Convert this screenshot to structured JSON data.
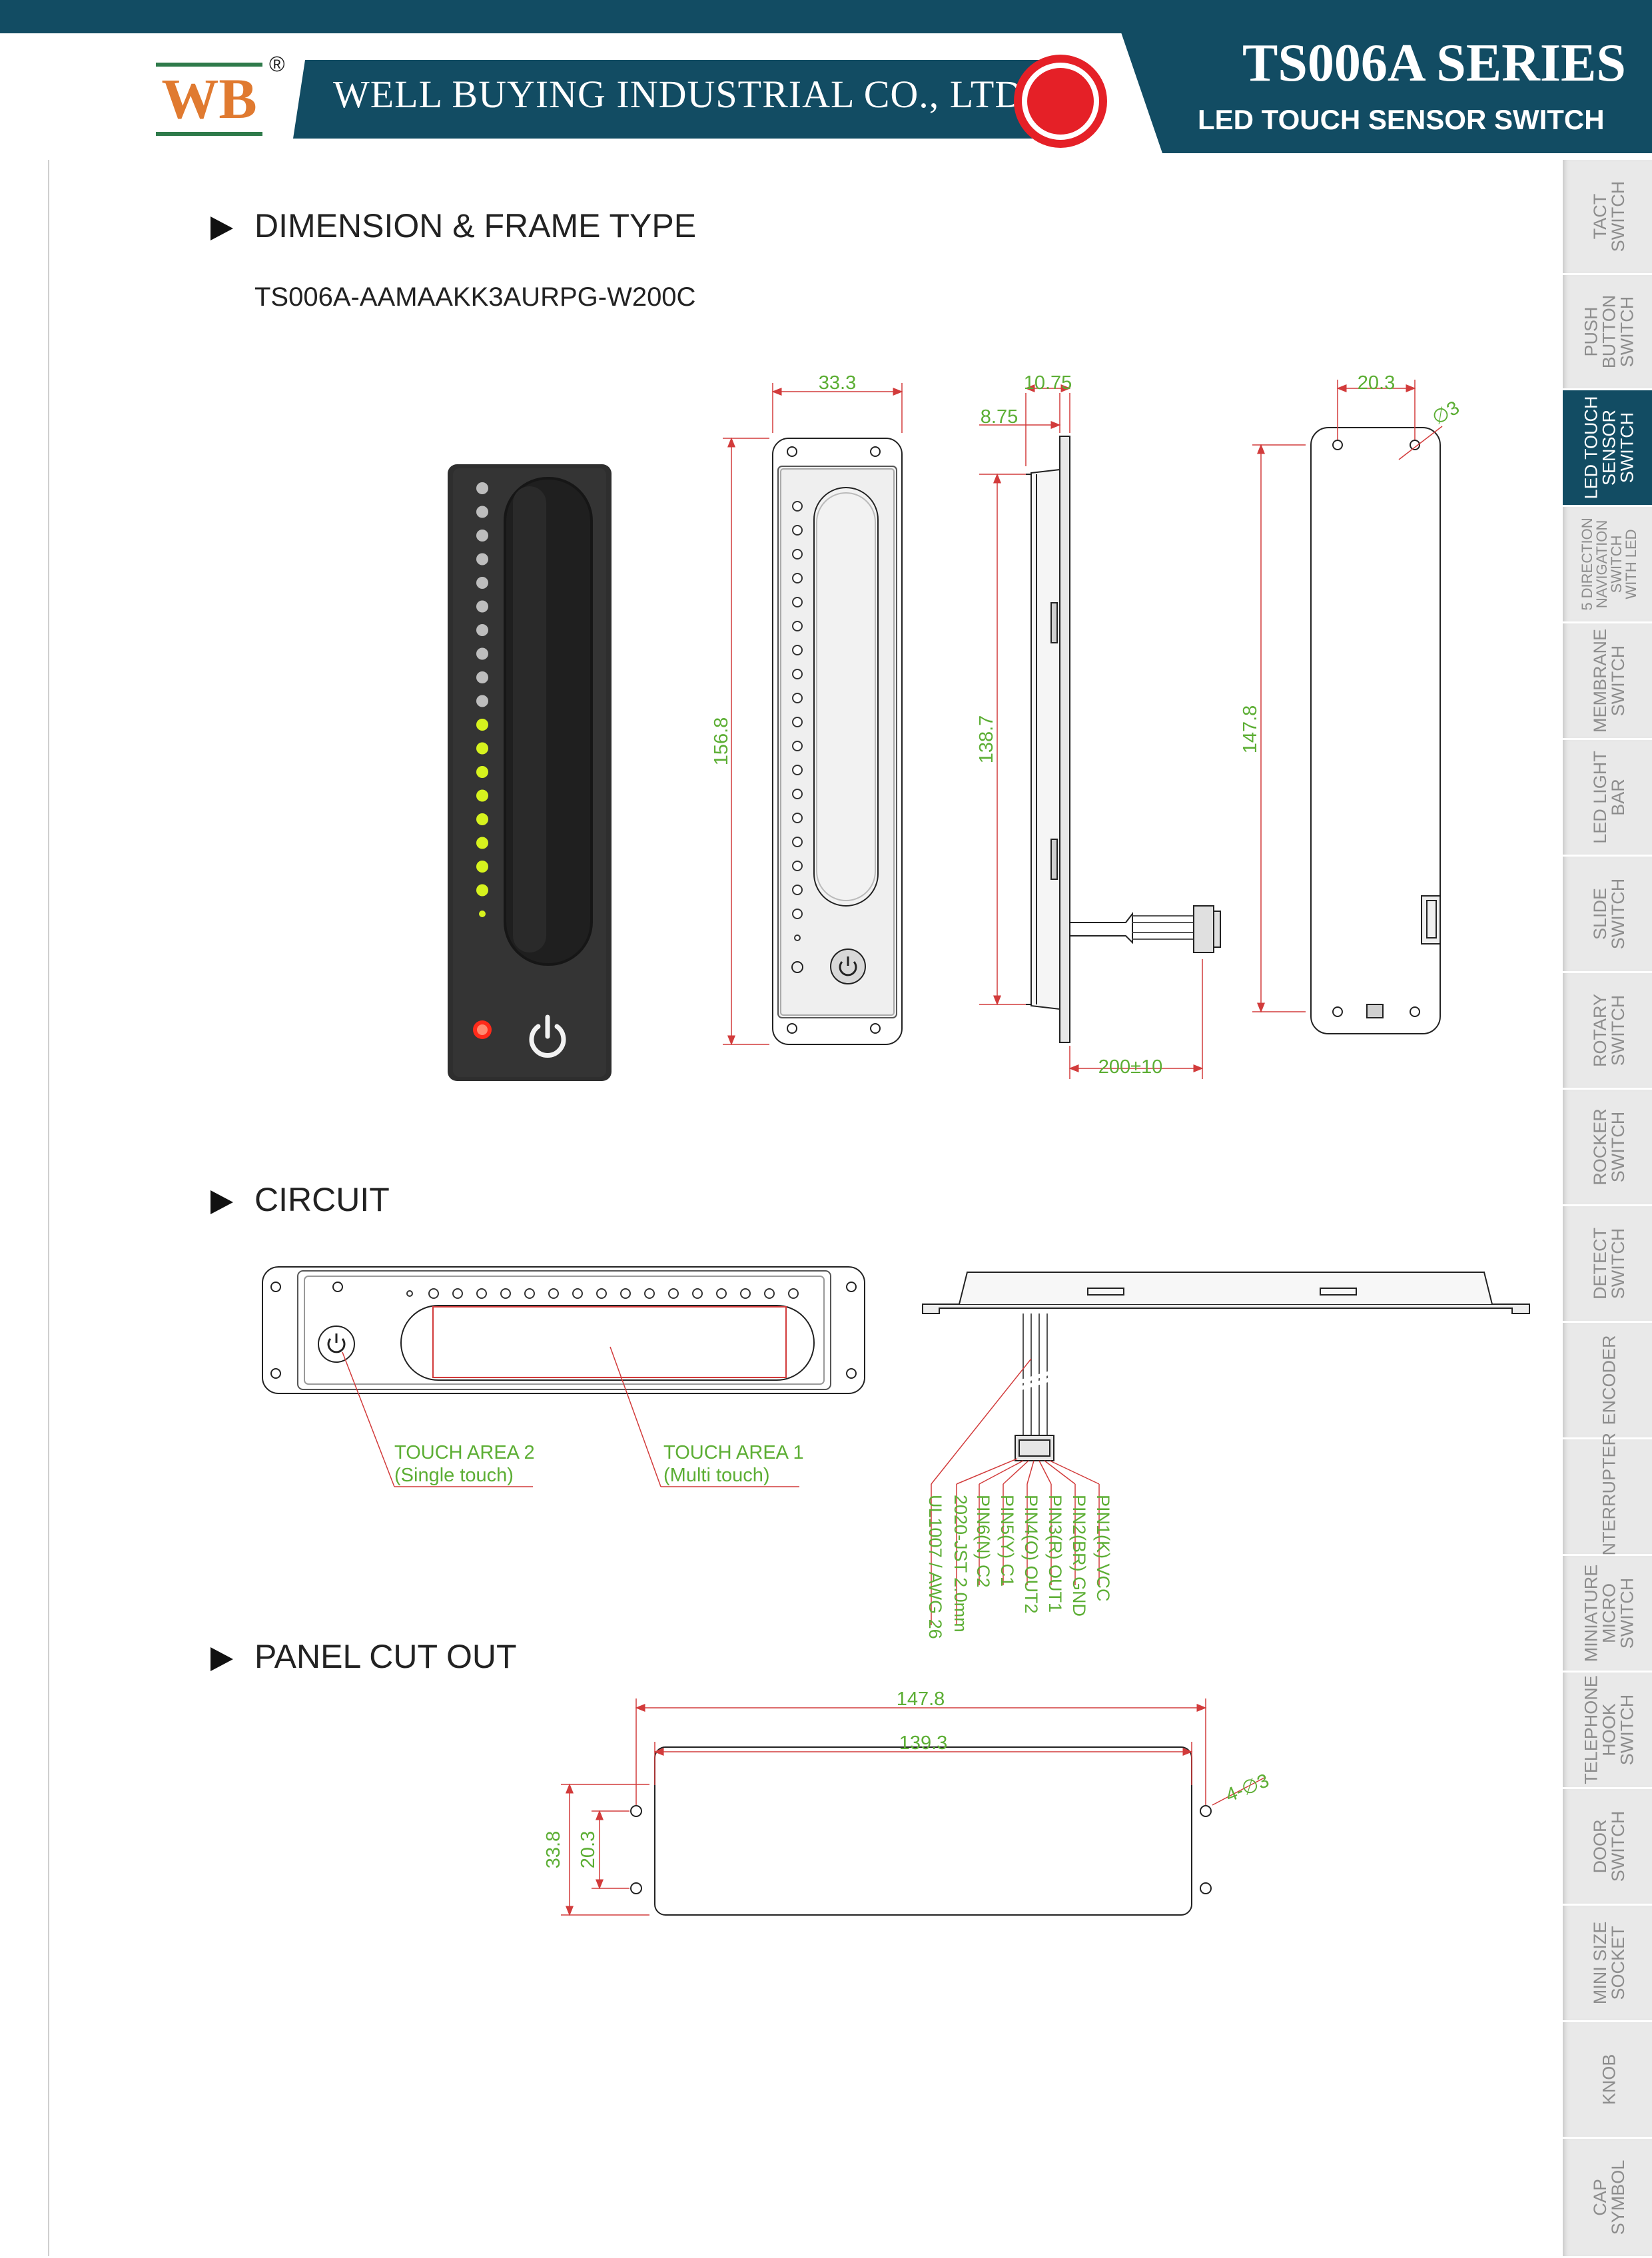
{
  "header": {
    "logo_text": "WB",
    "registered_mark": "®",
    "company": "WELL BUYING INDUSTRIAL CO., LTD",
    "series": "TS006A SERIES",
    "subtitle": "LED TOUCH SENSOR SWITCH"
  },
  "side_tabs": [
    {
      "label": "TACT\nSWITCH",
      "active": false
    },
    {
      "label": "PUSH\nBUTTON\nSWITCH",
      "active": false
    },
    {
      "label": "LED TOUCH\nSENSOR\nSWITCH",
      "active": true
    },
    {
      "label": "5 DIRECTION\nNAVIGATION\nSWITCH\nWITH LED",
      "active": false
    },
    {
      "label": "MEMBRANE\nSWITCH",
      "active": false
    },
    {
      "label": "LED LIGHT\nBAR",
      "active": false
    },
    {
      "label": "SLIDE\nSWITCH",
      "active": false
    },
    {
      "label": "ROTARY\nSWITCH",
      "active": false
    },
    {
      "label": "ROCKER\nSWITCH",
      "active": false
    },
    {
      "label": "DETECT\nSWITCH",
      "active": false
    },
    {
      "label": "ENCODER",
      "active": false
    },
    {
      "label": "INTERRUPTER",
      "active": false
    },
    {
      "label": "MINIATURE\nMICRO\nSWITCH",
      "active": false
    },
    {
      "label": "TELEPHONE\nHOOK\nSWITCH",
      "active": false
    },
    {
      "label": "DOOR\nSWITCH",
      "active": false
    },
    {
      "label": "MINI SIZE\nSOCKET",
      "active": false
    },
    {
      "label": "KNOB",
      "active": false
    },
    {
      "label": "CAP\nSYMBOL",
      "active": false
    }
  ],
  "sections": {
    "dimension_title": "DIMENSION & FRAME TYPE",
    "model_code": "TS006A-AAMAAKK3AURPG-W200C",
    "circuit_title": "CIRCUIT",
    "panel_title": "PANEL CUT OUT"
  },
  "dimensions": {
    "front_width": "33.3",
    "front_height": "156.8",
    "side_depth": "10.75",
    "side_depth2": "8.75",
    "side_height": "138.7",
    "cable_length": "200±10",
    "back_hole_spacing": "20.3",
    "back_hole_dia": "∅3",
    "back_height": "147.8"
  },
  "circuit": {
    "touch_area_2": "TOUCH AREA 2",
    "touch_area_2_note": "(Single touch)",
    "touch_area_1": "TOUCH AREA 1",
    "touch_area_1_note": "(Multi touch)",
    "pins": [
      "PIN1(K) VCC",
      "PIN2(BR) GND",
      "PIN3(R) OUT1",
      "PIN4(O) OUT2",
      "PIN5(Y) C1",
      "PIN6(N) C2",
      "2020-JST 2.0mm",
      "UL1007 / AWG 26"
    ]
  },
  "panel_cutout": {
    "overall_width": "147.8",
    "cut_width": "139.3",
    "hole_label": "4-∅3",
    "overall_height": "33.8",
    "hole_spacing": "20.3"
  }
}
